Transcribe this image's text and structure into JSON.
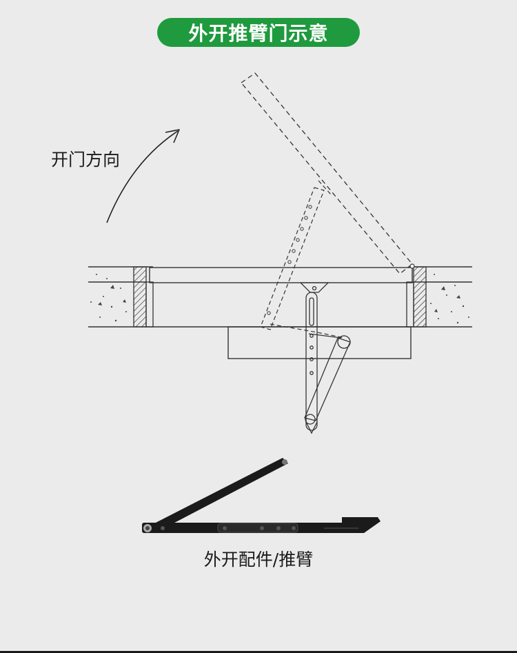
{
  "header": {
    "title": "外开推臂门示意"
  },
  "diagram": {
    "open_direction_label": "开门方向",
    "accent_color": "#1f9a3e",
    "line_color": "#333333"
  },
  "product": {
    "caption": "外开配件/推臂",
    "color": "#1b1b1b"
  }
}
